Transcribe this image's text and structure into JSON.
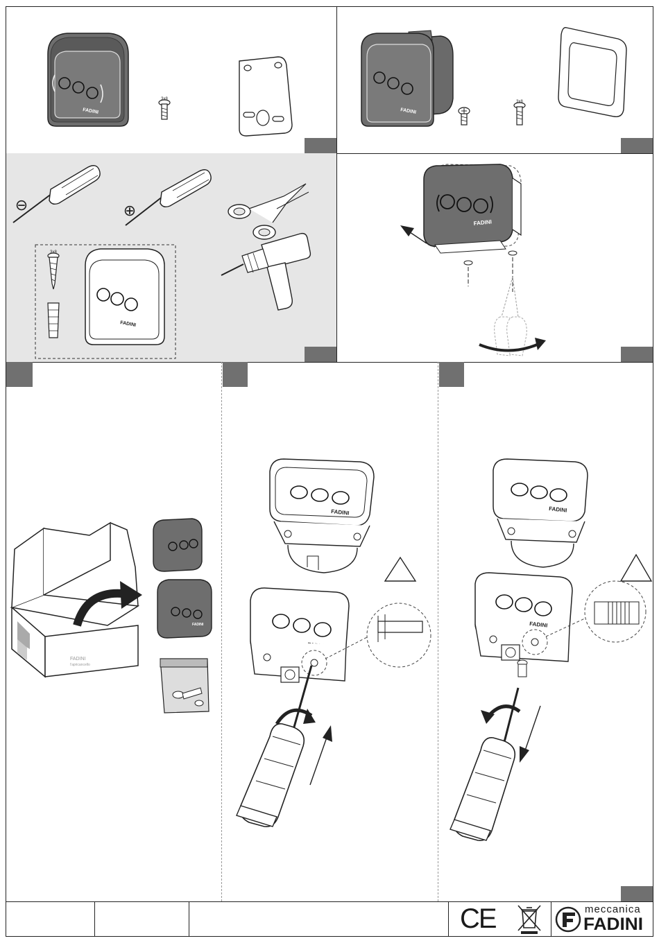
{
  "brand": {
    "name_top": "meccanica",
    "name_bottom": "FADINI",
    "logo_mark": "F"
  },
  "device": {
    "badge_text": "FADINI"
  },
  "box": {
    "label_brand": "FADINI",
    "label_sub": "l'apricancello"
  },
  "hardware": {
    "screw_marking": "3x8"
  },
  "tools": {
    "flat_symbol": "⊖",
    "phillips_symbol": "⊕"
  },
  "certifications": {
    "ce_mark": "CE"
  }
}
